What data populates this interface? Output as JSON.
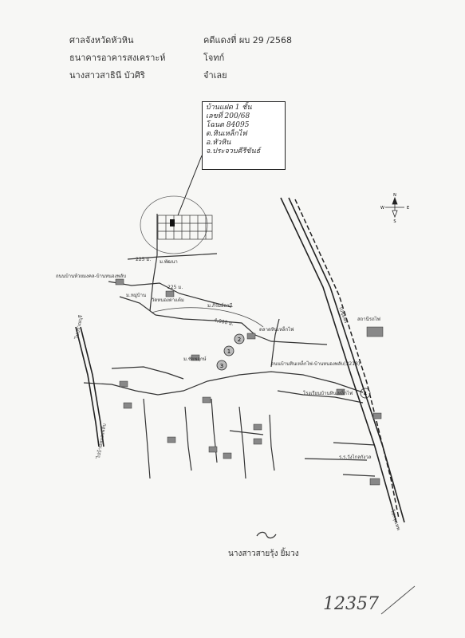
{
  "header": {
    "court": "ศาลจังหวัดหัวหิน",
    "plaintiff": "ธนาคารอาคารสงเคราะห์",
    "defendant": "นางสาวสาธินี บัวศิริ",
    "case_no": "คดีแดงที่ ผบ 29 /2568",
    "plaintiff_role": "โจทก์",
    "defendant_role": "จำเลย"
  },
  "callout": {
    "lines": [
      "บ้านแฝด 1 ชั้น",
      "เลขที่ 200/68",
      "โฉนด 84095",
      "ต.หินเหล็กไฟ",
      "อ.หัวหิน",
      "จ.ประจวบคีรีขันธ์"
    ]
  },
  "map": {
    "labels": {
      "dist_225a": "225 ม.",
      "dist_225b": "225 ม.",
      "dist_4000": "4,000 ม.",
      "road_3218": "ถนนบ้านหินเหล็กไฟ-บ้านหนองพลับ(3218)",
      "road_left": "ถนนบ้านห้วยมงคล-บ้านหนองพลับ",
      "north_road": "ไปชุมพร",
      "south_road": "ไปกรุงเทพ",
      "hw_left": "ไปปราณบุรี",
      "hw_left2": "ไปบ้านหนองพลับ",
      "hw4_label": "4",
      "marker1": "1",
      "marker2": "2",
      "marker3": "3",
      "place_a": "ม.หมู่บ้าน",
      "place_b": "ม.พัฒนา",
      "place_c": "วัดหนองตาแต้ม",
      "place_d": "ม.ภิรมย์ธานี",
      "place_e": "สถานีรถไฟ",
      "place_f": "ตลาดหินเหล็กไฟ",
      "place_g": "ร.ร.วังไกลกังวล",
      "place_h": "โรงเรียนบ้านหินเหล็กไฟ",
      "place_i": "ม.ชัยพฤกษ์"
    },
    "compass": {
      "n": "N",
      "s": "S",
      "e": "E",
      "w": "W"
    }
  },
  "signature": {
    "name": "นางสาวสายรุ้ง ยิ้มวง"
  },
  "footer": {
    "number": "12357"
  }
}
